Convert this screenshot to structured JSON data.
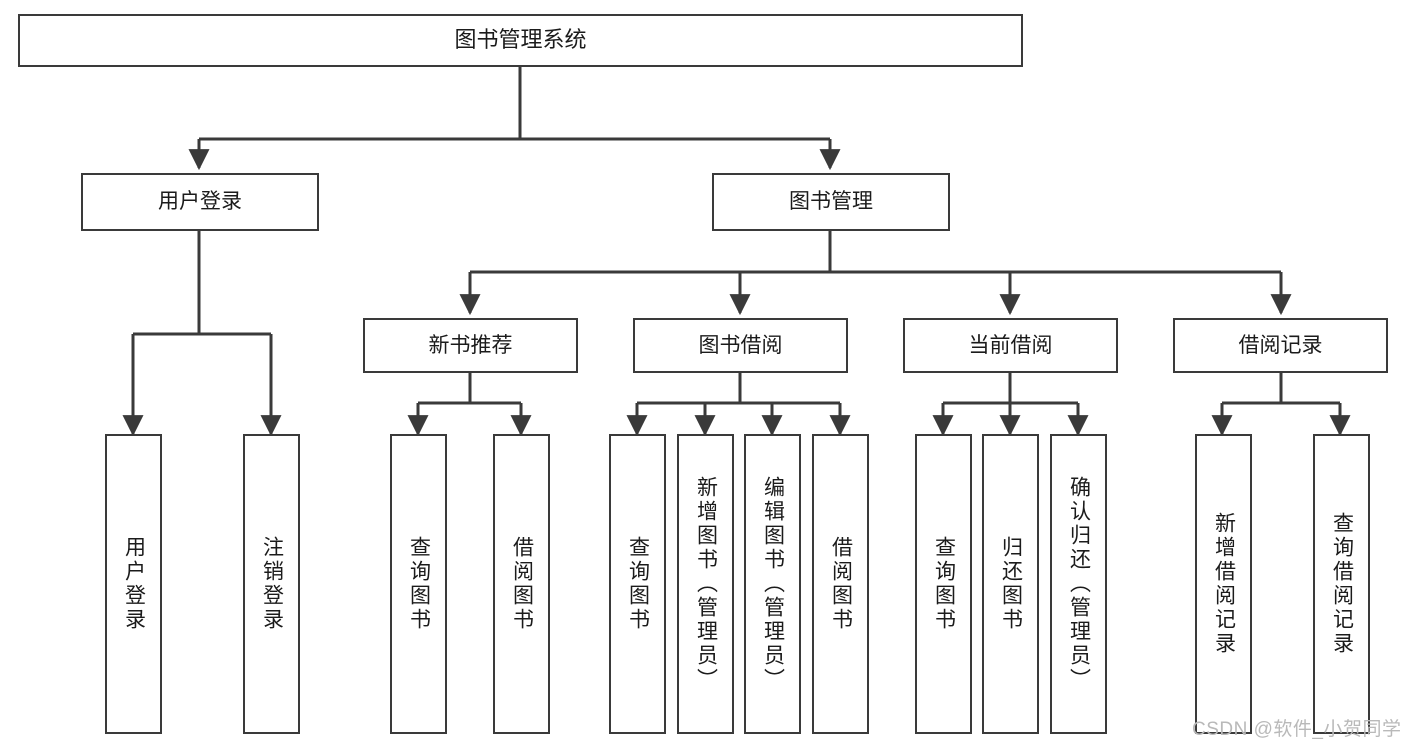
{
  "diagram": {
    "title": "图书管理系统",
    "type": "tree",
    "colors": {
      "stroke": "#3a3a3a",
      "fill": "#ffffff",
      "text": "#1b1b1b",
      "watermark": "#b9b9b9"
    },
    "root": {
      "label": "图书管理系统"
    },
    "level1": [
      {
        "label": "用户登录"
      },
      {
        "label": "图书管理"
      }
    ],
    "level2": [
      {
        "label": "新书推荐"
      },
      {
        "label": "图书借阅"
      },
      {
        "label": "当前借阅"
      },
      {
        "label": "借阅记录"
      }
    ],
    "leaves": {
      "user_login": [
        {
          "label": "用户登录"
        },
        {
          "label": "注销登录"
        }
      ],
      "new_book": [
        {
          "label": "查询图书"
        },
        {
          "label": "借阅图书"
        }
      ],
      "borrow_book": [
        {
          "label": "查询图书"
        },
        {
          "label": "新增图书（管理员）"
        },
        {
          "label": "编辑图书（管理员）"
        },
        {
          "label": "借阅图书"
        }
      ],
      "current_borrow": [
        {
          "label": "查询图书"
        },
        {
          "label": "归还图书"
        },
        {
          "label": "确认归还（管理员）"
        }
      ],
      "borrow_record": [
        {
          "label": "新增借阅记录"
        },
        {
          "label": "查询借阅记录"
        }
      ]
    }
  },
  "watermark": {
    "text": "CSDN @软件_小贺同学"
  }
}
